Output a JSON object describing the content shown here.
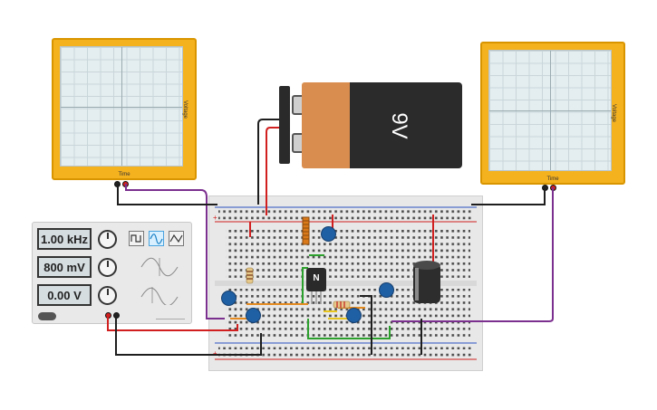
{
  "oscilloscope_left": {
    "x_axis_label": "Time",
    "y_axis_label": "Voltage"
  },
  "oscilloscope_right": {
    "x_axis_label": "Time",
    "y_axis_label": "Voltage"
  },
  "battery": {
    "label": "9V",
    "colors": {
      "body": "#2b2b2b",
      "top": "#d98e4f"
    }
  },
  "function_generator": {
    "frequency": "1.00 kHz",
    "amplitude": "800 mV",
    "dc_offset": "0.00 V",
    "waveforms": [
      "square-wave-icon",
      "sine-wave-icon",
      "triangle-wave-icon"
    ],
    "selected_waveform": "sine-wave-icon"
  },
  "transistor": {
    "label": "N"
  },
  "colors": {
    "oscilloscope_frame": "#f5b21f",
    "wire_red": "#d11f1f",
    "wire_black": "#1e1e1e",
    "wire_purple": "#7b2f8f",
    "wire_green": "#2ca02c",
    "wire_orange": "#e58a1f",
    "capacitor_ceramic": "#1f5fa3"
  }
}
